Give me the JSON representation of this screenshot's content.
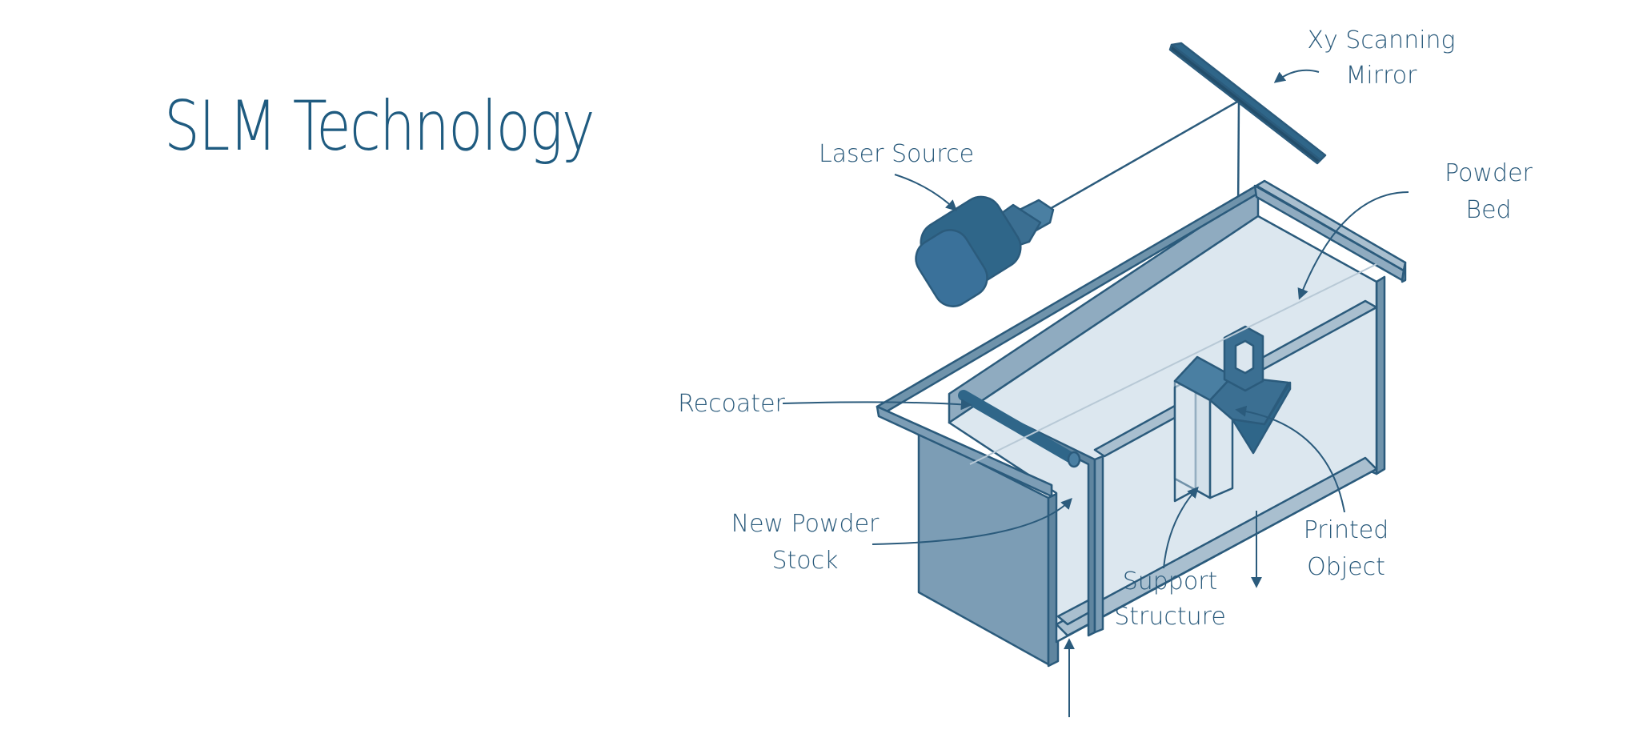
{
  "slide": {
    "title": "SLM Technology"
  },
  "diagram": {
    "labels": {
      "mirror_line1": "Xy Scanning",
      "mirror_line2": "Mirror",
      "laser": "Laser Source",
      "powder_bed_line1": "Powder",
      "powder_bed_line2": "Bed",
      "recoater": "Recoater",
      "new_powder_line1": "New Powder",
      "new_powder_line2": "Stock",
      "support_line1": "Support",
      "support_line2": "Structure",
      "printed_line1": "Printed",
      "printed_line2": "Object"
    },
    "colors": {
      "ink": "#2b5b7c",
      "dark_blue": "#2f6689",
      "mid_blue": "#7c9db5",
      "light_blue": "#a9bfcf",
      "powder": "#dce7ef"
    }
  }
}
